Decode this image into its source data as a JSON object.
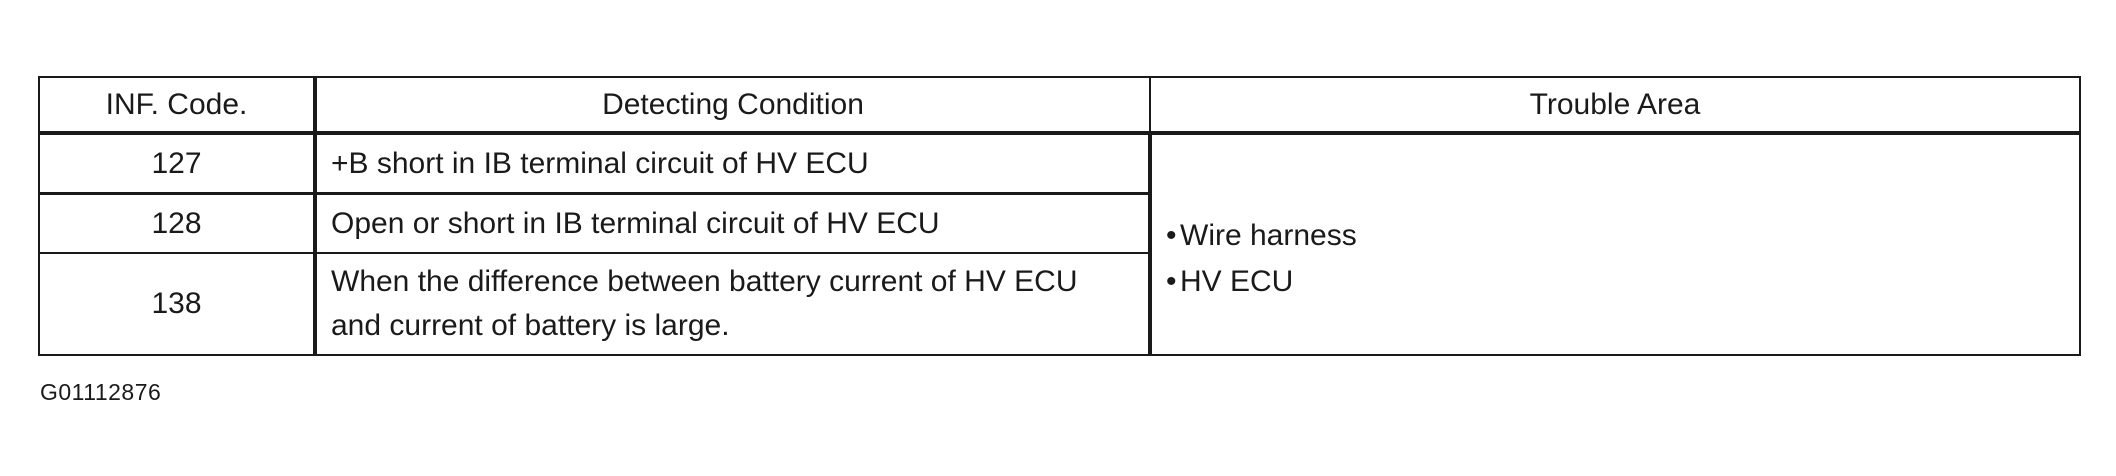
{
  "table": {
    "headers": {
      "code": "INF. Code.",
      "condition": "Detecting Condition",
      "trouble_area": "Trouble Area"
    },
    "rows": [
      {
        "code": "127",
        "condition_lines": [
          "+B short in IB terminal circuit of HV ECU"
        ]
      },
      {
        "code": "128",
        "condition_lines": [
          "Open or short in IB terminal circuit of HV ECU"
        ]
      },
      {
        "code": "138",
        "condition_lines": [
          "When the difference between battery current of HV ECU",
          "and current of battery is large."
        ]
      }
    ],
    "trouble_area_items": [
      "Wire harness",
      "HV ECU"
    ]
  },
  "figure_id": "G01112876"
}
